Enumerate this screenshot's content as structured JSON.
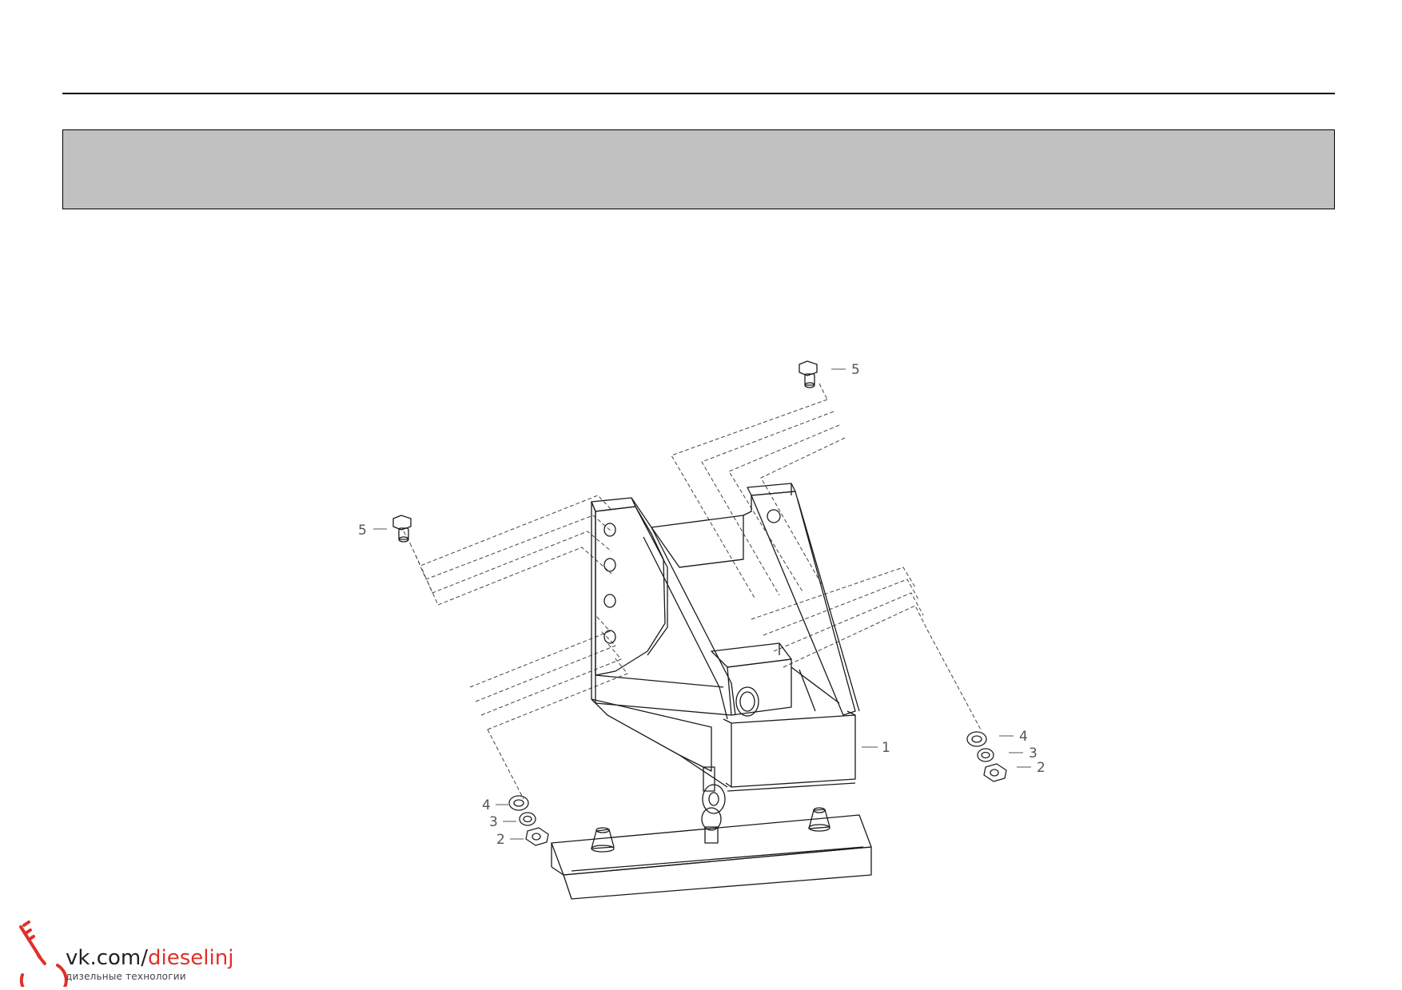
{
  "banner": {
    "fill": "#c0c0c0"
  },
  "callouts": {
    "part_1": "1",
    "part_2_left": "2",
    "part_2_right": "2",
    "part_3_left": "3",
    "part_3_right": "3",
    "part_4_left": "4",
    "part_4_right": "4",
    "part_5_left": "5",
    "part_5_top": "5"
  },
  "watermark": {
    "domain_prefix": "vk.com/",
    "domain_name": "dieselinj",
    "subtitle": "дизельные технологии",
    "accent": "#e0302a",
    "logo_icon": "injector-nozzle-icon"
  }
}
